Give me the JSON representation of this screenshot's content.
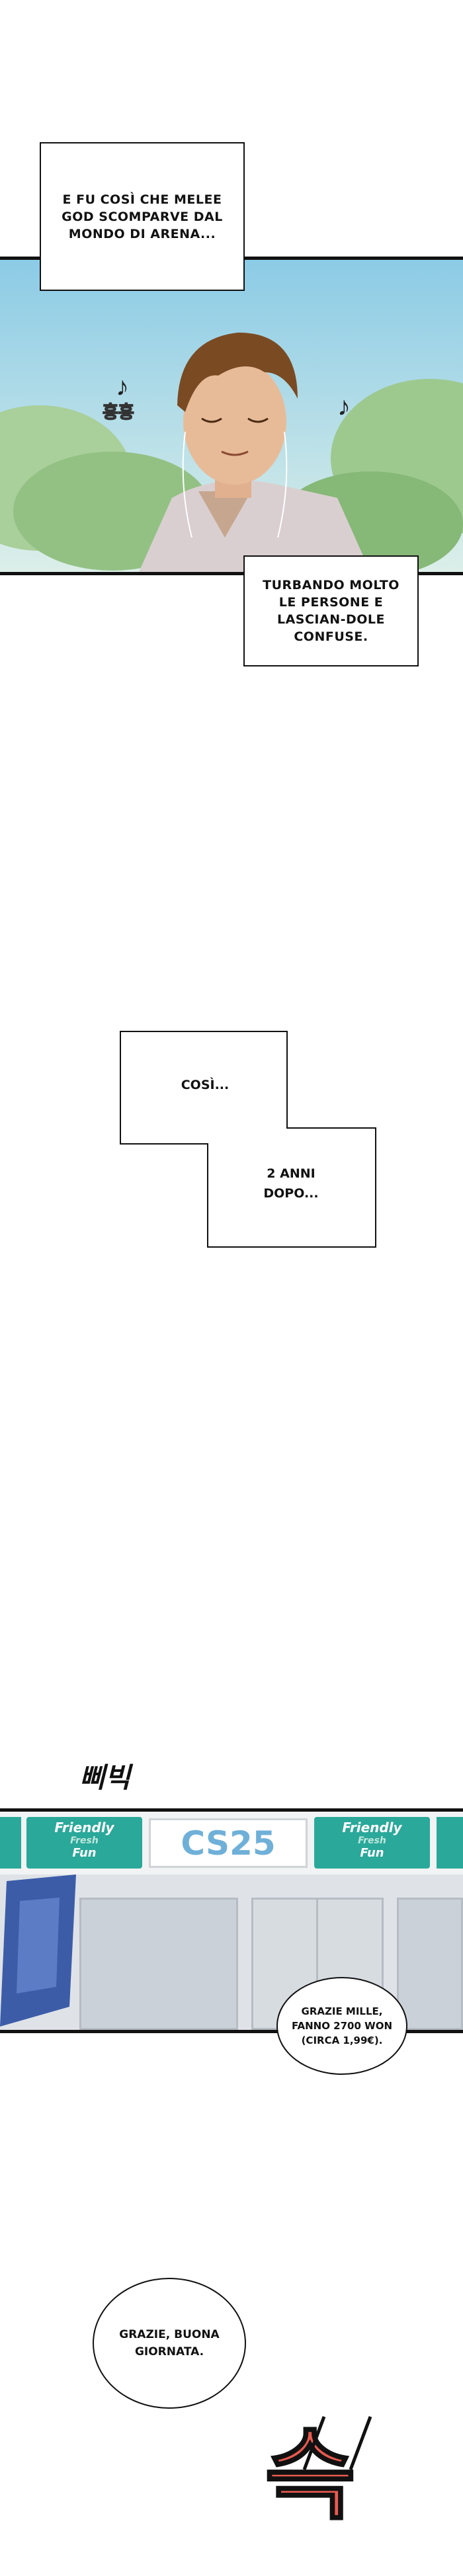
{
  "narration": {
    "box1": "E FU COSÌ CHE MELEE GOD SCOMPARVE DAL MONDO DI ARENA...",
    "box2": "TURBANDO MOLTO LE PERSONE E LASCIAN-DOLE CONFUSE.",
    "box3": "COSÌ...",
    "box4": "2 ANNI DOPO..."
  },
  "sfx": {
    "humming": "흥흥",
    "beep": "삐빅",
    "swoosh": "슥"
  },
  "store": {
    "logo": "CS25",
    "sign_line1": "Friendly",
    "sign_line2": "Fresh",
    "sign_line3": "Fun"
  },
  "dialogue": {
    "clerk": "GRAZIE MILLE, FANNO 2700 WON (CIRCA 1,99€).",
    "customer": "GRAZIE, BUONA GIORNATA."
  }
}
